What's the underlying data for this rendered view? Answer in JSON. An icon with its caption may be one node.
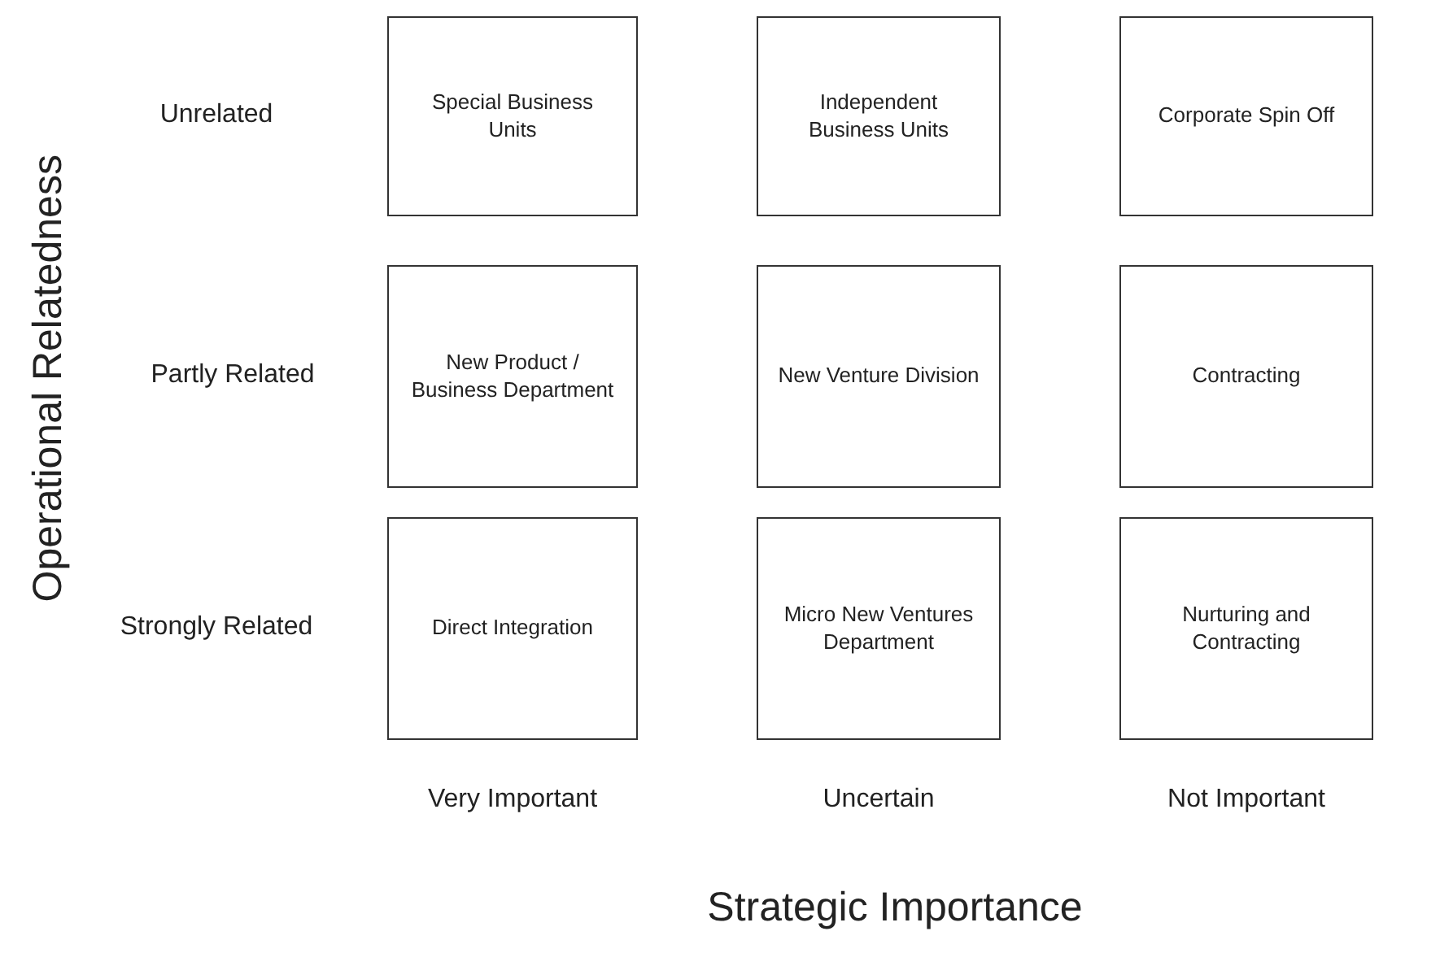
{
  "diagram": {
    "nodes": [
      {
        "text": [
          "Special Business Units"
        ]
      },
      {
        "text": [
          "Independent Business Units"
        ]
      },
      {
        "text": [
          "Corporate Spin Off"
        ]
      },
      {
        "text": [
          "New Product / Business Department"
        ]
      },
      {
        "text": [
          "New Venture Division"
        ]
      },
      {
        "text": [
          "Contracting"
        ]
      },
      {
        "text": [
          "Direct Integration"
        ]
      },
      {
        "text": [
          "Micro New Ventures Department"
        ]
      },
      {
        "text": [
          "Nurturing and Contracting"
        ]
      }
    ],
    "edges": [],
    "labels": [
      "Operational Relatedness",
      "Unrelated",
      "Partly Related",
      "Strongly Related",
      "Very Important",
      "Uncertain",
      "Not Important",
      "Strategic Importance"
    ]
  }
}
